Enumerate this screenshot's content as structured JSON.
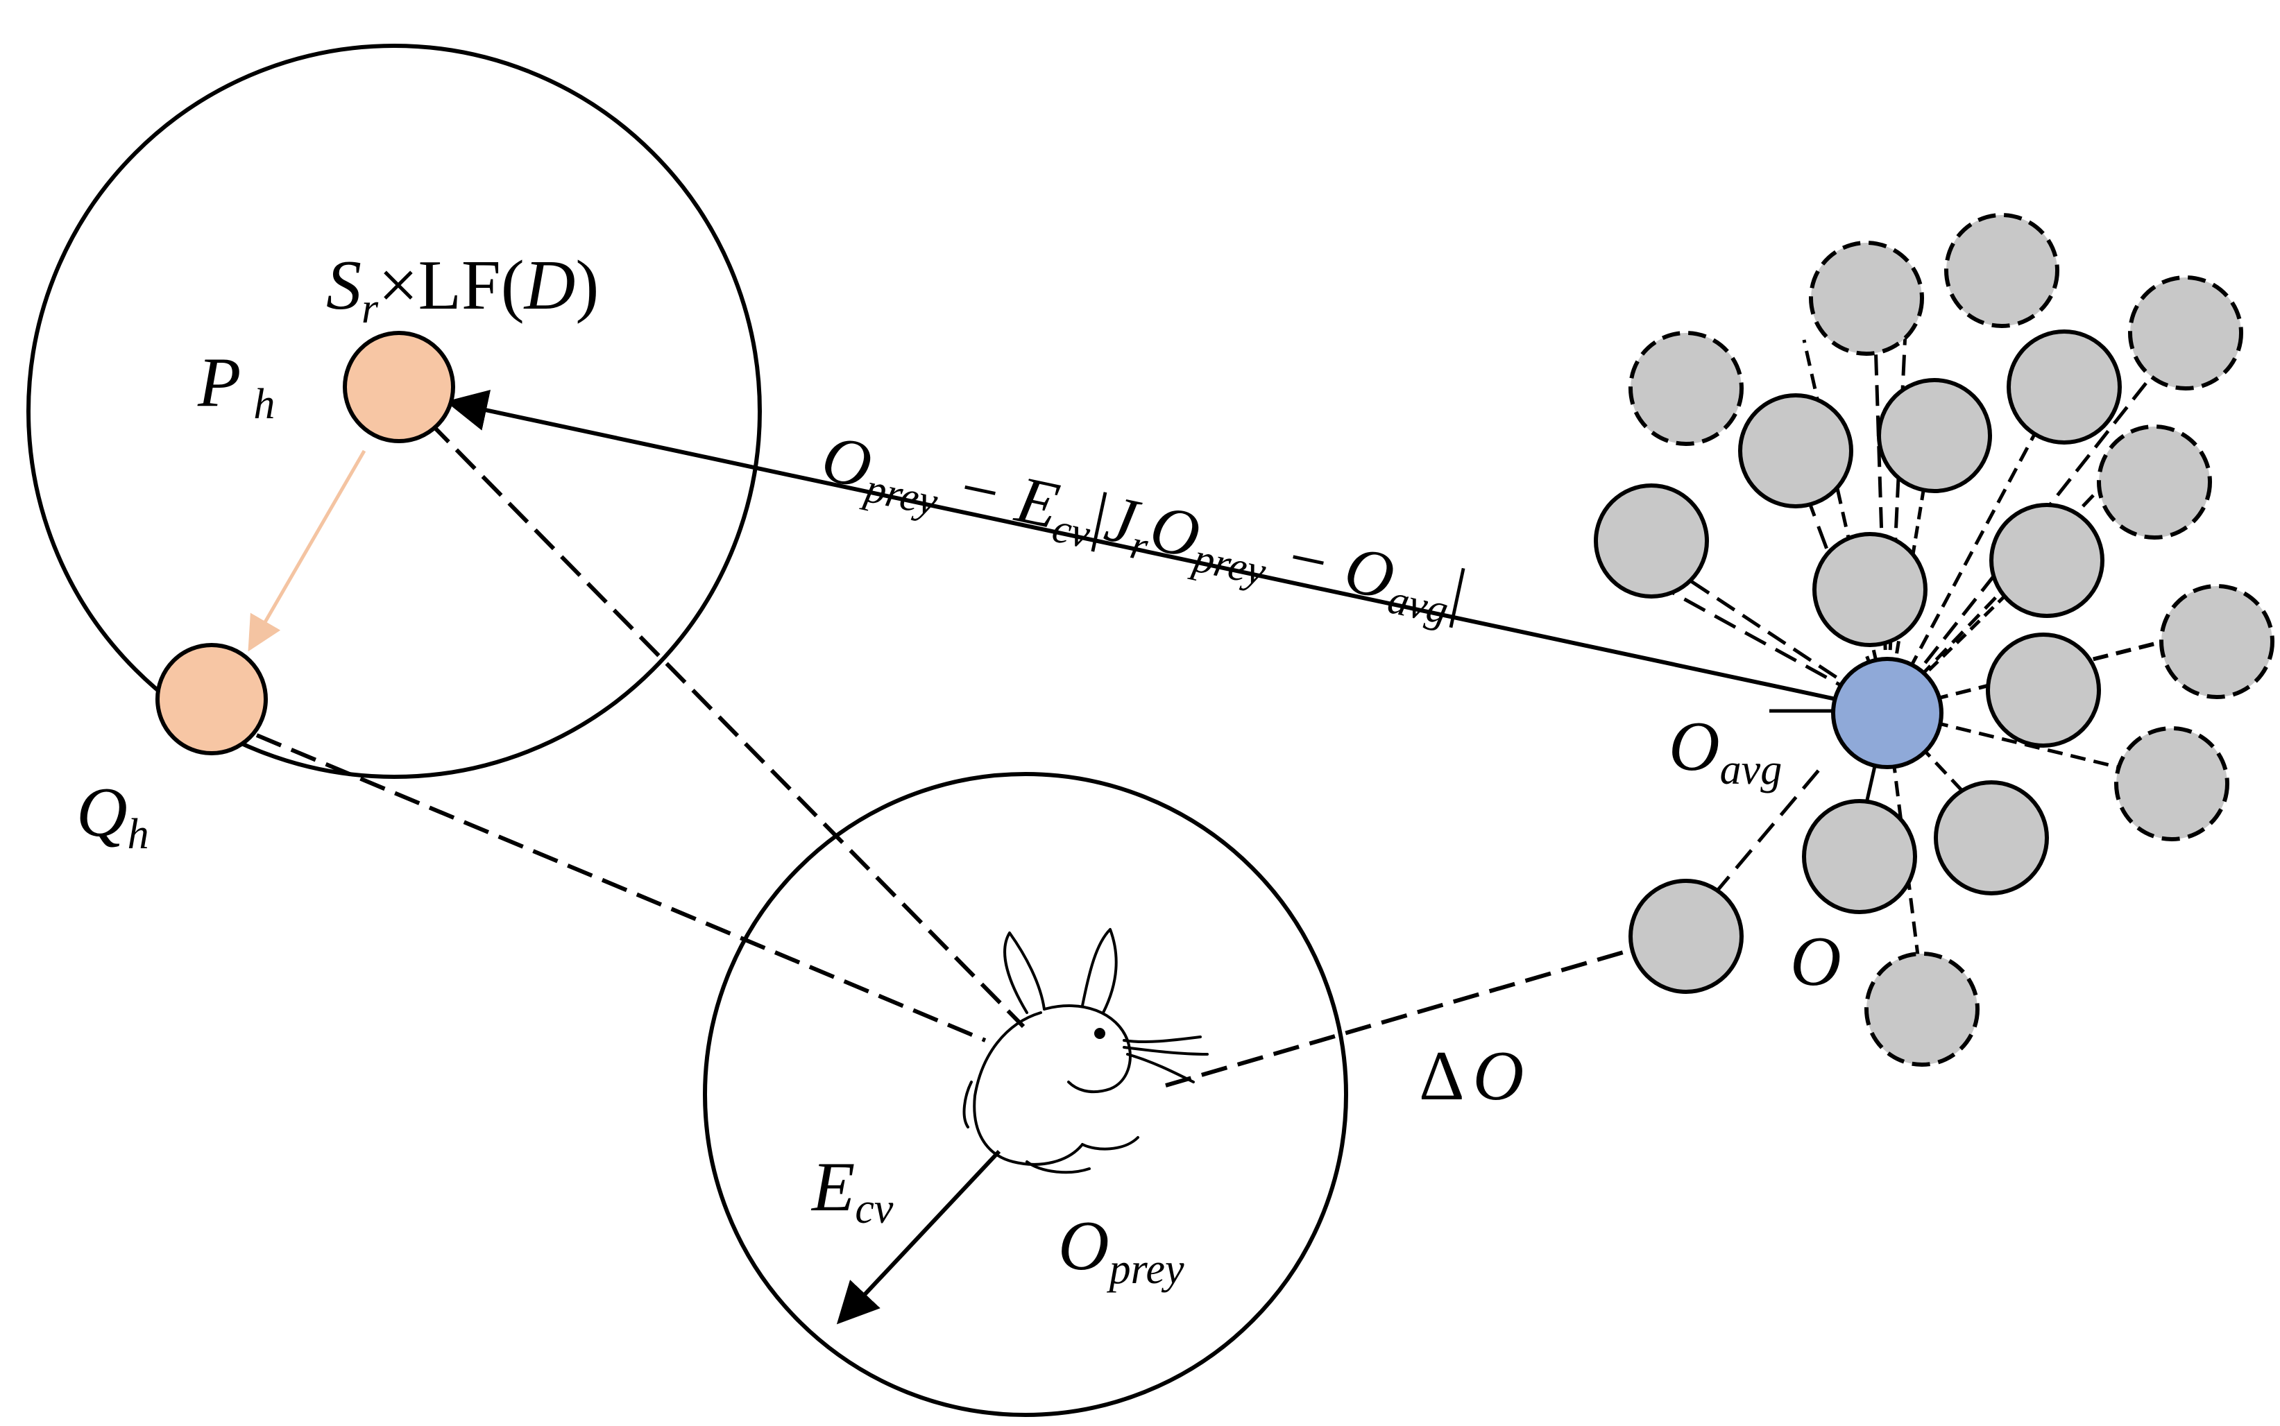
{
  "labels": {
    "sr_letter": "S",
    "sr_sub": "r",
    "times_lf": "×LF(",
    "d_letter": "D",
    "close_paren": ")",
    "ph_letter": "P",
    "ph_sub": "h",
    "qh_letter": "Q",
    "qh_sub": "h",
    "eq_o1": "O",
    "eq_prey1": "prey",
    "eq_minus_e": " − E",
    "eq_cv": "cv",
    "eq_j": "J",
    "eq_r": "r",
    "eq_o2": "O",
    "eq_prey2": "prey",
    "eq_minus_o": " − O",
    "eq_avg": "avg",
    "oavg_letter": "O",
    "oavg_sub": "avg",
    "o_label": "O",
    "delta": "Δ",
    "delta_o": "O",
    "ecv_letter": "E",
    "ecv_sub": "cv",
    "oprey_letter": "O",
    "oprey_sub": "prey"
  },
  "colors": {
    "hunter_fill": "#f7c6a4",
    "hunter_arrow": "#f4c4a2",
    "swarm_fill": "#c8c8c8",
    "average_fill": "#8fa9d8",
    "stroke": "#000000"
  }
}
